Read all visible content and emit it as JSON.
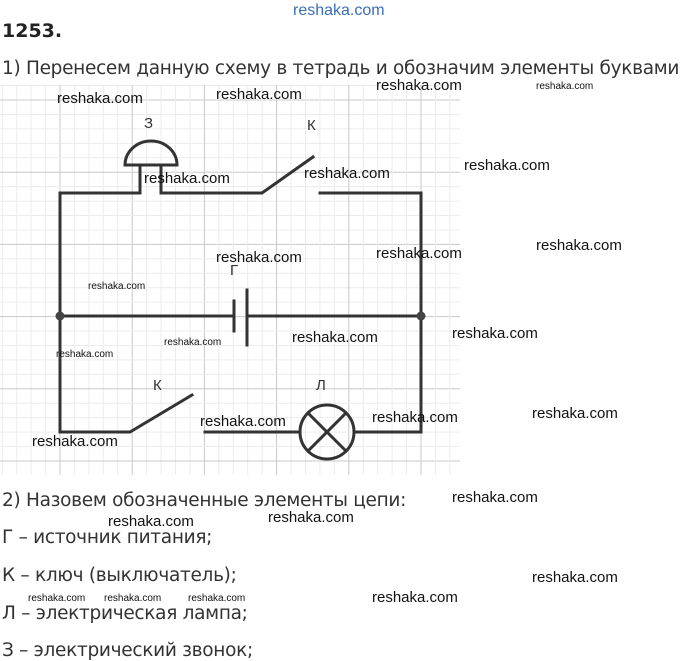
{
  "header_watermark": "reshaka.com",
  "problem_number": "1253.",
  "step1": "1) Перенесем данную схему в тетрадь и обозначим элементы буквами:",
  "diagram": {
    "labels": {
      "bell": "З",
      "key_top": "К",
      "source": "Г",
      "key_bottom": "К",
      "lamp": "Л"
    }
  },
  "step2": "2) Назовем обозначенные элементы цепи:",
  "items": [
    "Г – источник питания;",
    "К – ключ (выключатель);",
    "Л – электрическая лампа;",
    "З – электрический звонок;"
  ],
  "watermark": "reshaka.com"
}
